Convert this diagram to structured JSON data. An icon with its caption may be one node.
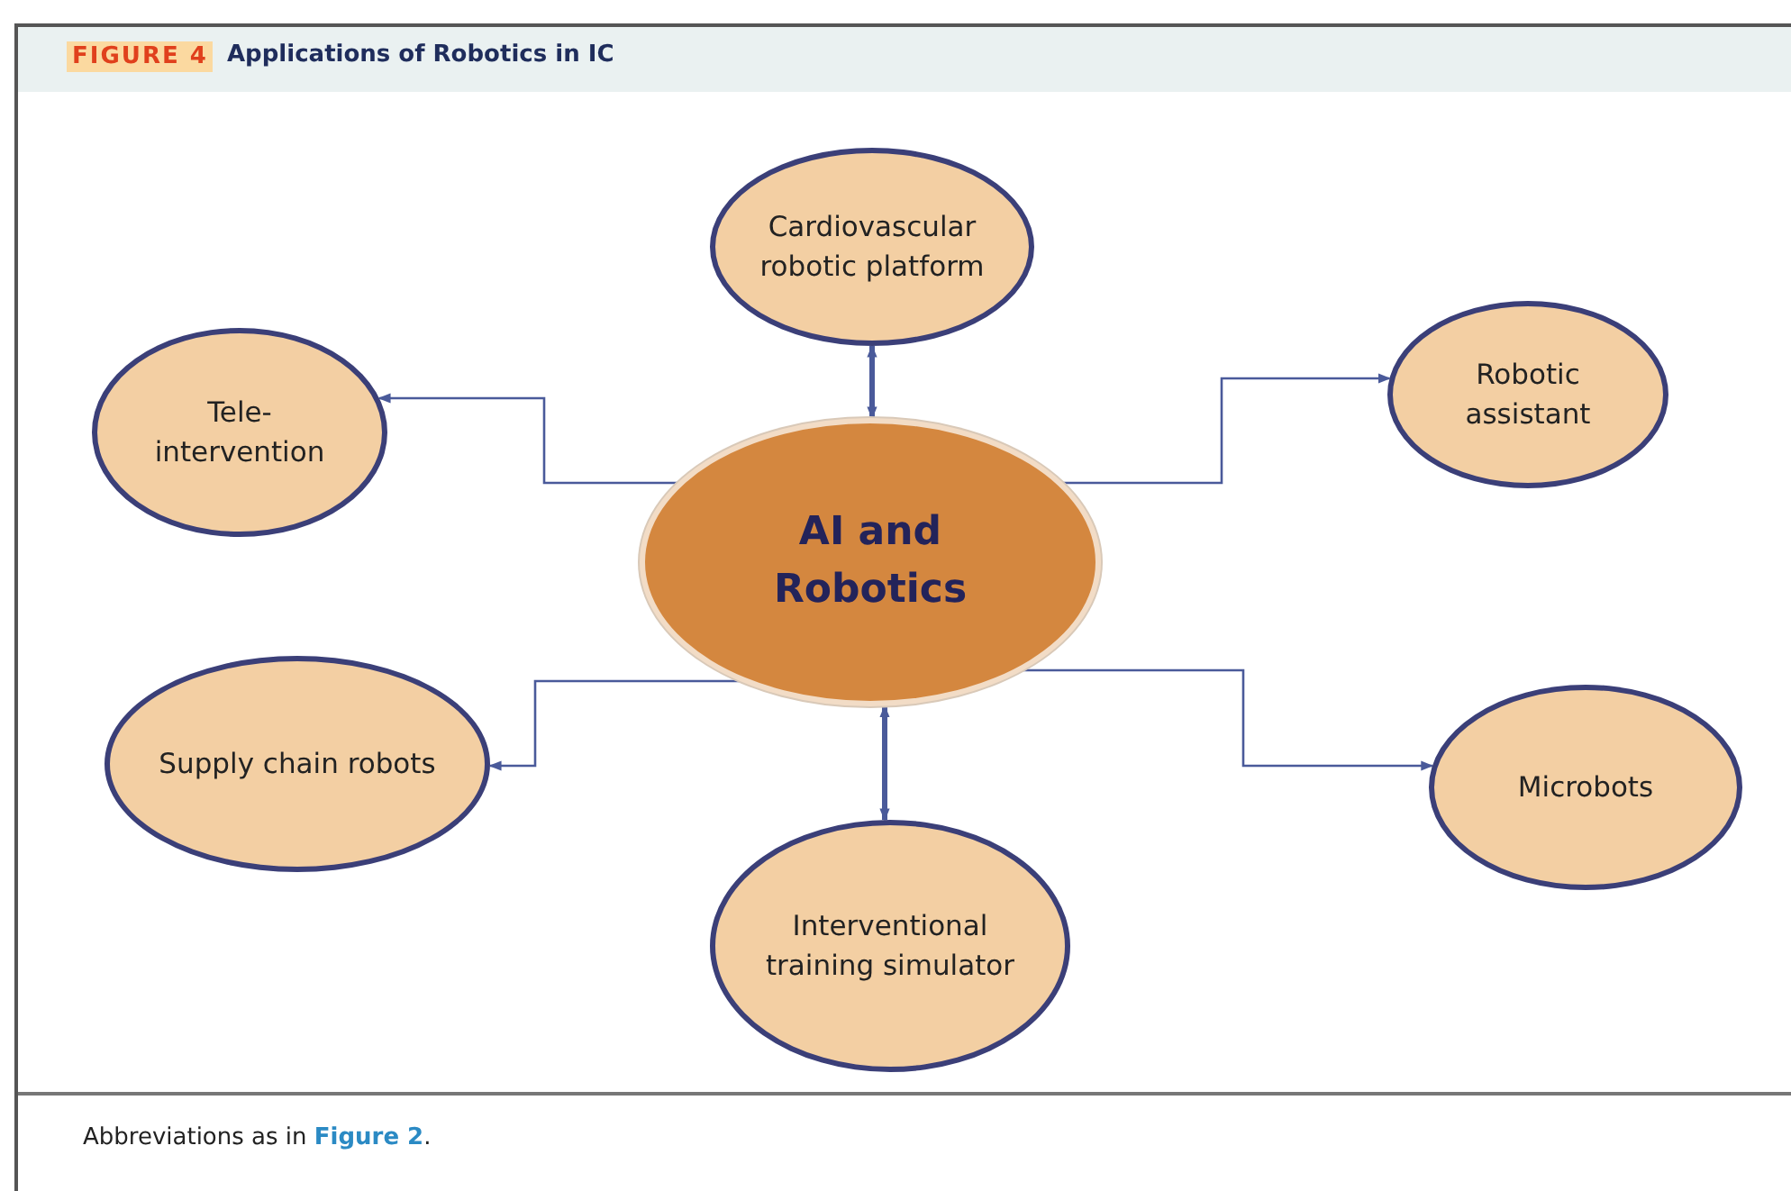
{
  "diagram": {
    "title": "Applications of Robotics in IC",
    "caption": "Abbreviations as in **Figure 2**.",
    "nodes": [
      {
        "text": [
          "Cardiovascular robotic platform"
        ]
      },
      {
        "text": [
          "Tele-intervention"
        ]
      },
      {
        "text": [
          "Robotic assistant"
        ]
      },
      {
        "text": [
          "AI and Robotics"
        ]
      },
      {
        "text": [
          "Supply chain robots"
        ]
      },
      {
        "text": [
          "Microbots"
        ]
      },
      {
        "text": [
          "Interventional training simulator"
        ]
      }
    ],
    "edges": [
      {
        "from": 3,
        "to": 0,
        "arrow": "both",
        "style": "thick"
      },
      {
        "from": 3,
        "to": 1,
        "arrow": "to"
      },
      {
        "from": 3,
        "to": 2,
        "arrow": "to"
      },
      {
        "from": 3,
        "to": 4,
        "arrow": "to"
      },
      {
        "from": 3,
        "to": 5,
        "arrow": "to"
      },
      {
        "from": 3,
        "to": 6,
        "arrow": "both",
        "style": "thick"
      }
    ],
    "labels": [
      "FIGURE 4"
    ]
  }
}
